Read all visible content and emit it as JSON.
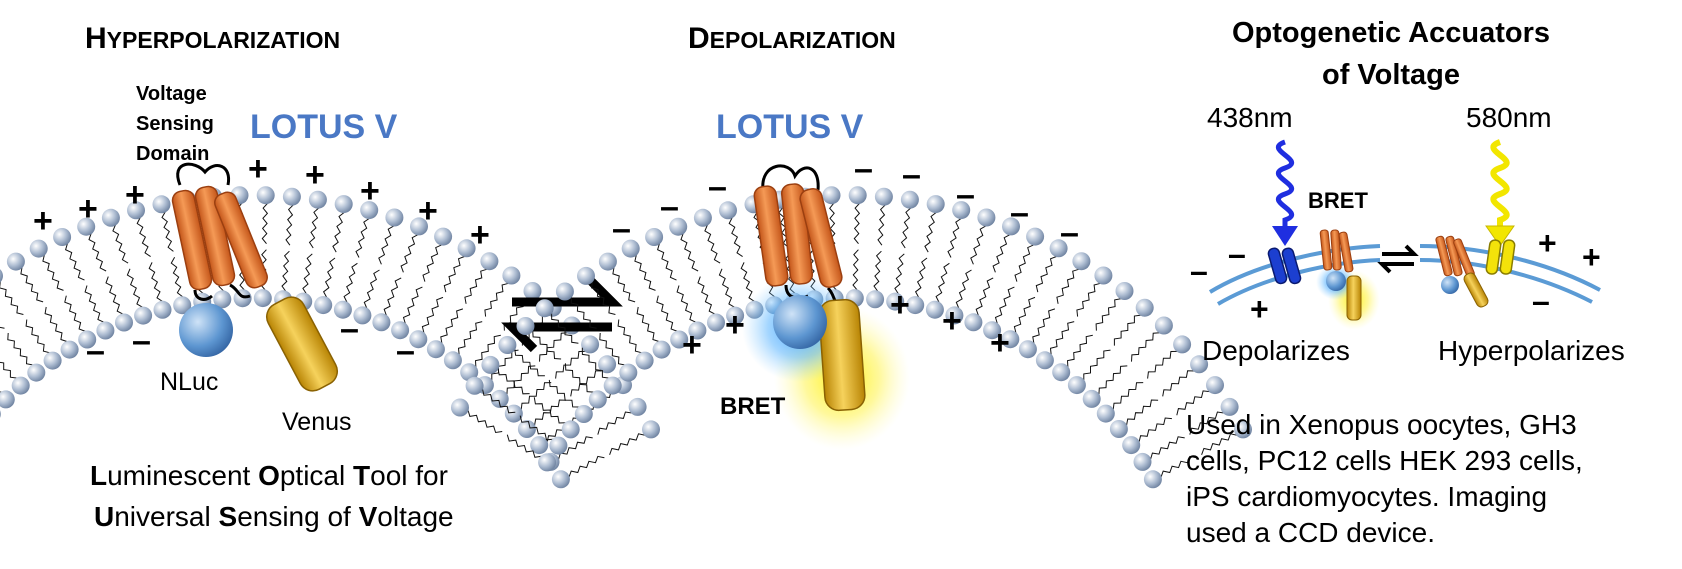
{
  "colors": {
    "lotus": "#4a78c5",
    "helix": "#e8762c",
    "venus": "#e5ae1b",
    "nluc": "#5d96d1",
    "bead": "#b9c6d8",
    "membrane_line": "#5b9bd5",
    "wave_blue": "#1f2ee0",
    "wave_yellow": "#f2e600"
  },
  "panel_hyper": {
    "title_initial": "H",
    "title_rest": "YPERPOLARIZATION",
    "lotus_label": "LOTUS V",
    "vsd_line1": "Voltage",
    "vsd_line2": "Sensing",
    "vsd_line3": "Domain",
    "nluc_label": "NLuc",
    "venus_label": "Venus",
    "plus": "+",
    "minus": "–",
    "desc_l1_a": "L",
    "desc_l1_b": "uminescent ",
    "desc_l1_c": "O",
    "desc_l1_d": "ptical ",
    "desc_l1_e": "T",
    "desc_l1_f": "ool for",
    "desc_l2_a": "U",
    "desc_l2_b": "niversal ",
    "desc_l2_c": "S",
    "desc_l2_d": "ensing of ",
    "desc_l2_e": "V",
    "desc_l2_f": "oltage"
  },
  "panel_depol": {
    "title_initial": "D",
    "title_rest": "EPOLARIZATION",
    "lotus_label": "LOTUS V",
    "bret_label": "BRET",
    "plus": "+",
    "minus": "–"
  },
  "panel_opto": {
    "title_line1": "Optogenetic Accuators",
    "title_line2": "of Voltage",
    "wavelength_left": "438nm",
    "wavelength_right": "580nm",
    "bret_label": "BRET",
    "label_left": "Depolarizes",
    "label_right": "Hyperpolarizes",
    "plus": "+",
    "minus": "–",
    "note_l1": "Used in Xenopus oocytes, GH3",
    "note_l2": "cells, PC12 cells HEK 293 cells,",
    "note_l3": "iPS cardiomyocytes. Imaging",
    "note_l4": "used a CCD device."
  }
}
